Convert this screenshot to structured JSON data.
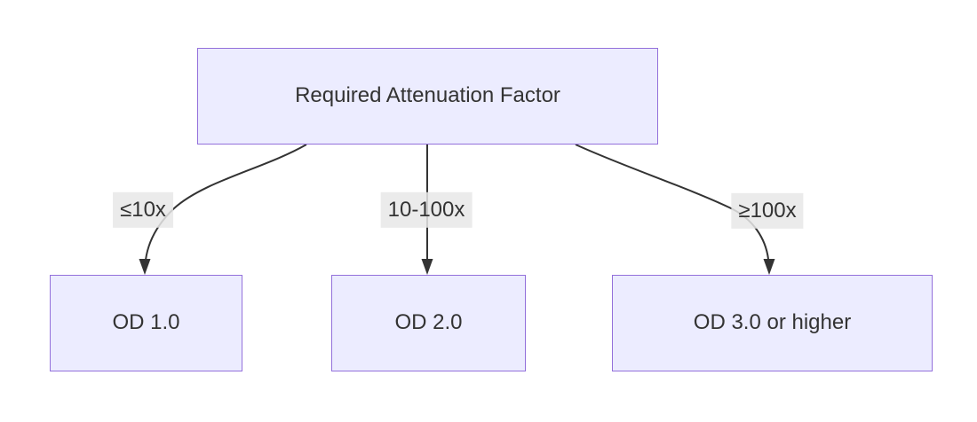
{
  "diagram": {
    "type": "flowchart",
    "root_node": {
      "label": "Required Attenuation Factor"
    },
    "leaf_nodes": [
      {
        "label": "OD 1.0"
      },
      {
        "label": "OD 2.0"
      },
      {
        "label": "OD 3.0 or higher"
      }
    ],
    "edges": [
      {
        "label": "≤10x",
        "from": "Required Attenuation Factor",
        "to": "OD 1.0"
      },
      {
        "label": "10-100x",
        "from": "Required Attenuation Factor",
        "to": "OD 2.0"
      },
      {
        "label": "≥100x",
        "from": "Required Attenuation Factor",
        "to": "OD 3.0 or higher"
      }
    ],
    "colors": {
      "node_fill": "#ECECFF",
      "node_border": "#9370DB",
      "edge_stroke": "#333333",
      "edge_label_bg": "#E8E8E8",
      "text": "#333333",
      "background": "#FFFFFF"
    }
  }
}
